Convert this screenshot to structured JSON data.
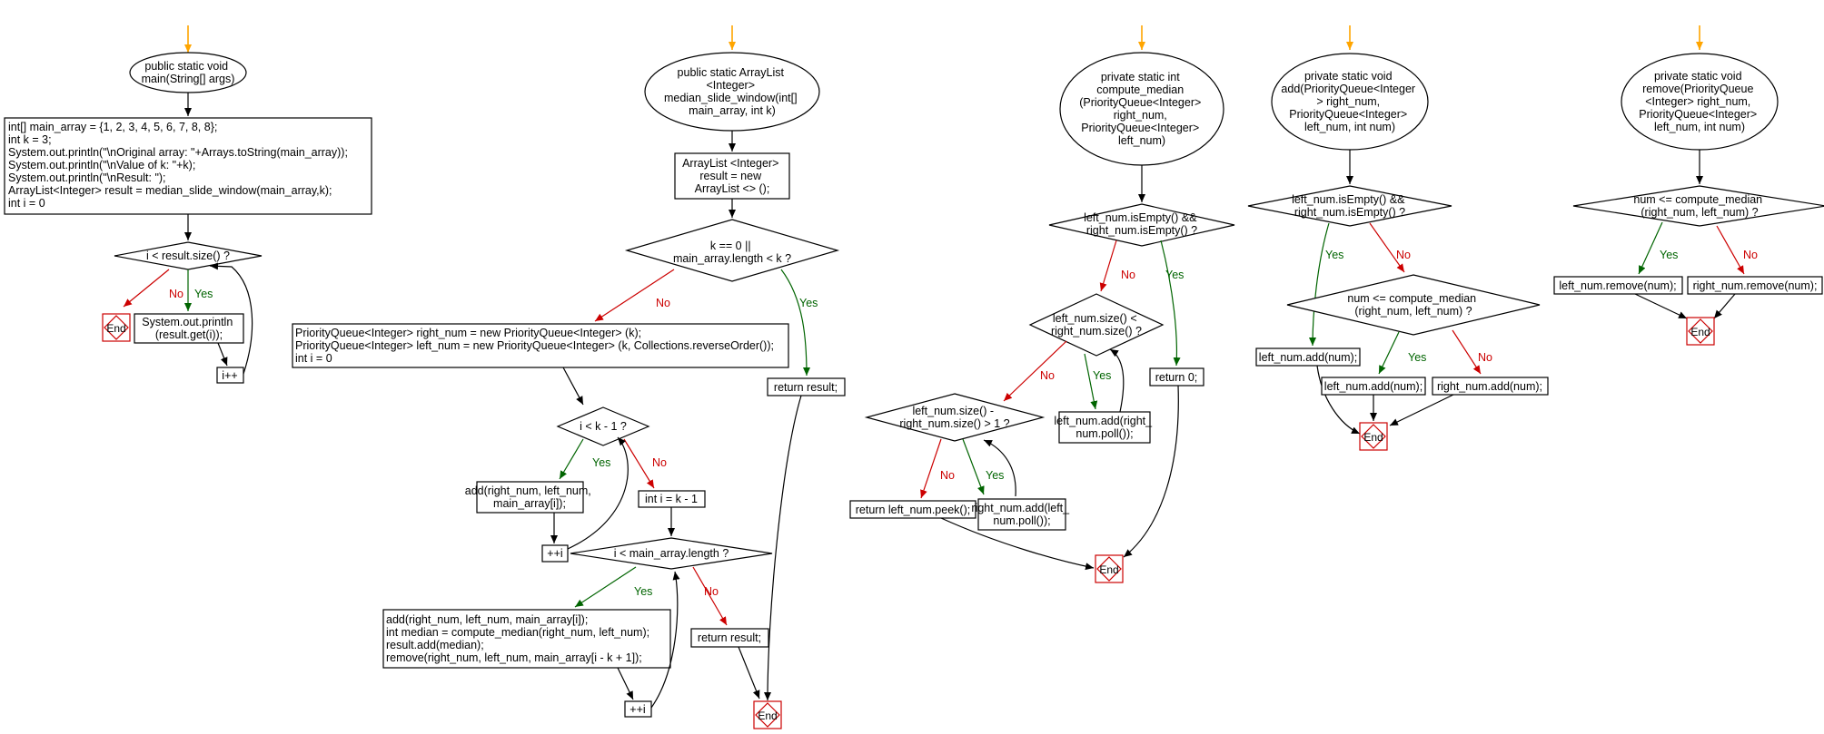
{
  "labels": {
    "yes": "Yes",
    "no": "No",
    "end": "End"
  },
  "colors": {
    "yes": "#006400",
    "no": "#cc0000",
    "start_arrow": "#ffa500",
    "end_box": "#cc0000"
  },
  "main": {
    "start": [
      "public static void",
      "main(String[] args)"
    ],
    "init": [
      "int[] main_array = {1, 2, 3, 4, 5, 6, 7, 8, 8};",
      "int k = 3;",
      "System.out.println(\"\\nOriginal array: \"+Arrays.toString(main_array));",
      "System.out.println(\"\\nValue of k: \"+k);",
      "System.out.println(\"\\nResult: \");",
      "ArrayList<Integer> result = median_slide_window(main_array,k);",
      "int i = 0"
    ],
    "loop_cond": "i < result.size() ?",
    "print": [
      "System.out.println",
      "(result.get(i));"
    ],
    "inc": "i++"
  },
  "median_slide_window": {
    "start": [
      "public static ArrayList",
      "<Integer>",
      "median_slide_window(int[]",
      "main_array, int k)"
    ],
    "init": [
      "ArrayList <Integer>",
      "result = new",
      "ArrayList <> ();"
    ],
    "cond": [
      "k == 0 ||",
      "main_array.length < k ?"
    ],
    "return_early": "return result;",
    "queues": [
      "PriorityQueue<Integer> right_num = new PriorityQueue<Integer> (k);",
      "PriorityQueue<Integer> left_num = new PriorityQueue<Integer> (k, Collections.reverseOrder());",
      "int i = 0"
    ],
    "loop1_cond": "i < k - 1 ?",
    "add1": [
      "add(right_num, left_num,",
      "main_array[i]);"
    ],
    "inc1": "++i",
    "set_i": "int i = k - 1",
    "loop2_cond": "i < main_array.length ?",
    "body2": [
      "add(right_num, left_num, main_array[i]);",
      "int median = compute_median(right_num, left_num);",
      "result.add(median);",
      "remove(right_num, left_num, main_array[i - k + 1]);"
    ],
    "inc2": "++i",
    "return_end": "return result;"
  },
  "compute_median": {
    "start": [
      "private static int",
      "compute_median",
      "(PriorityQueue<Integer>",
      "right_num,",
      "PriorityQueue<Integer>",
      "left_num)"
    ],
    "cond1": [
      "left_num.isEmpty() &&",
      "right_num.isEmpty() ?"
    ],
    "return0": "return 0;",
    "cond2": [
      "left_num.size() <",
      "right_num.size() ?"
    ],
    "move_right": [
      "left_num.add(right_",
      "num.poll());"
    ],
    "cond3": [
      "left_num.size() -",
      "right_num.size() > 1 ?"
    ],
    "return_peek": "return left_num.peek();",
    "move_left": [
      "right_num.add(left_",
      "num.poll());"
    ]
  },
  "add": {
    "start": [
      "private static void",
      "add(PriorityQueue<Integer",
      "> right_num,",
      "PriorityQueue<Integer>",
      "left_num, int num)"
    ],
    "cond1": [
      "left_num.isEmpty() &&",
      "right_num.isEmpty() ?"
    ],
    "add_left_first": "left_num.add(num);",
    "cond2": [
      "num <= compute_median",
      "(right_num, left_num) ?"
    ],
    "add_left": "left_num.add(num);",
    "add_right": "right_num.add(num);"
  },
  "remove": {
    "start": [
      "private static void",
      "remove(PriorityQueue",
      "<Integer> right_num,",
      "PriorityQueue<Integer>",
      "left_num, int num)"
    ],
    "cond": [
      "num <= compute_median",
      "(right_num, left_num) ?"
    ],
    "remove_left": "left_num.remove(num);",
    "remove_right": "right_num.remove(num);"
  }
}
